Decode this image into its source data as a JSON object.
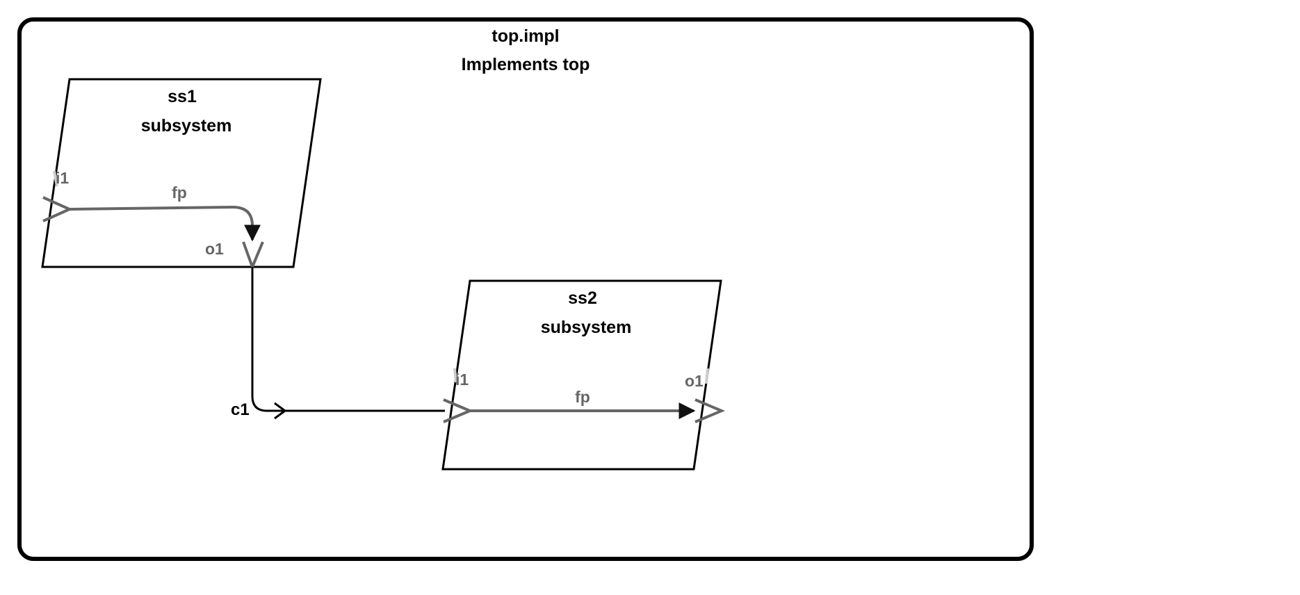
{
  "container": {
    "name": "top.impl",
    "subtitle": "Implements top"
  },
  "subsystems": [
    {
      "name": "ss1",
      "kind": "subsystem",
      "in_port": "i1",
      "out_port": "o1",
      "flow_path": "fp"
    },
    {
      "name": "ss2",
      "kind": "subsystem",
      "in_port": "i1",
      "out_port": "o1",
      "flow_path": "fp"
    }
  ],
  "connection": {
    "name": "c1"
  },
  "colors": {
    "stroke": "#000000",
    "port": "#666666",
    "port_tick": "#cccccc",
    "background": "#ffffff"
  }
}
